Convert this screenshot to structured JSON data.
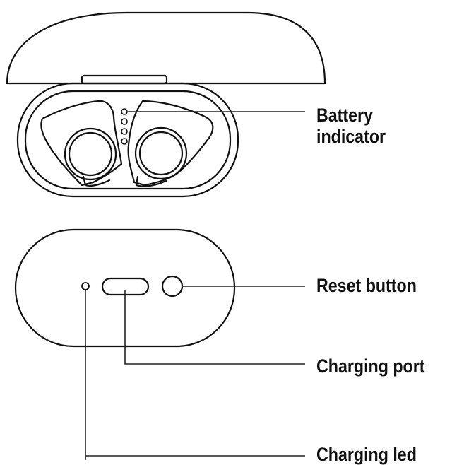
{
  "labels": {
    "battery_indicator": "Battery indicator",
    "reset_button": "Reset button",
    "charging_port": "Charging port",
    "charging_led": "Charging led"
  },
  "colors": {
    "stroke": "#111111",
    "leader_line": "#222222",
    "background": "#ffffff"
  }
}
